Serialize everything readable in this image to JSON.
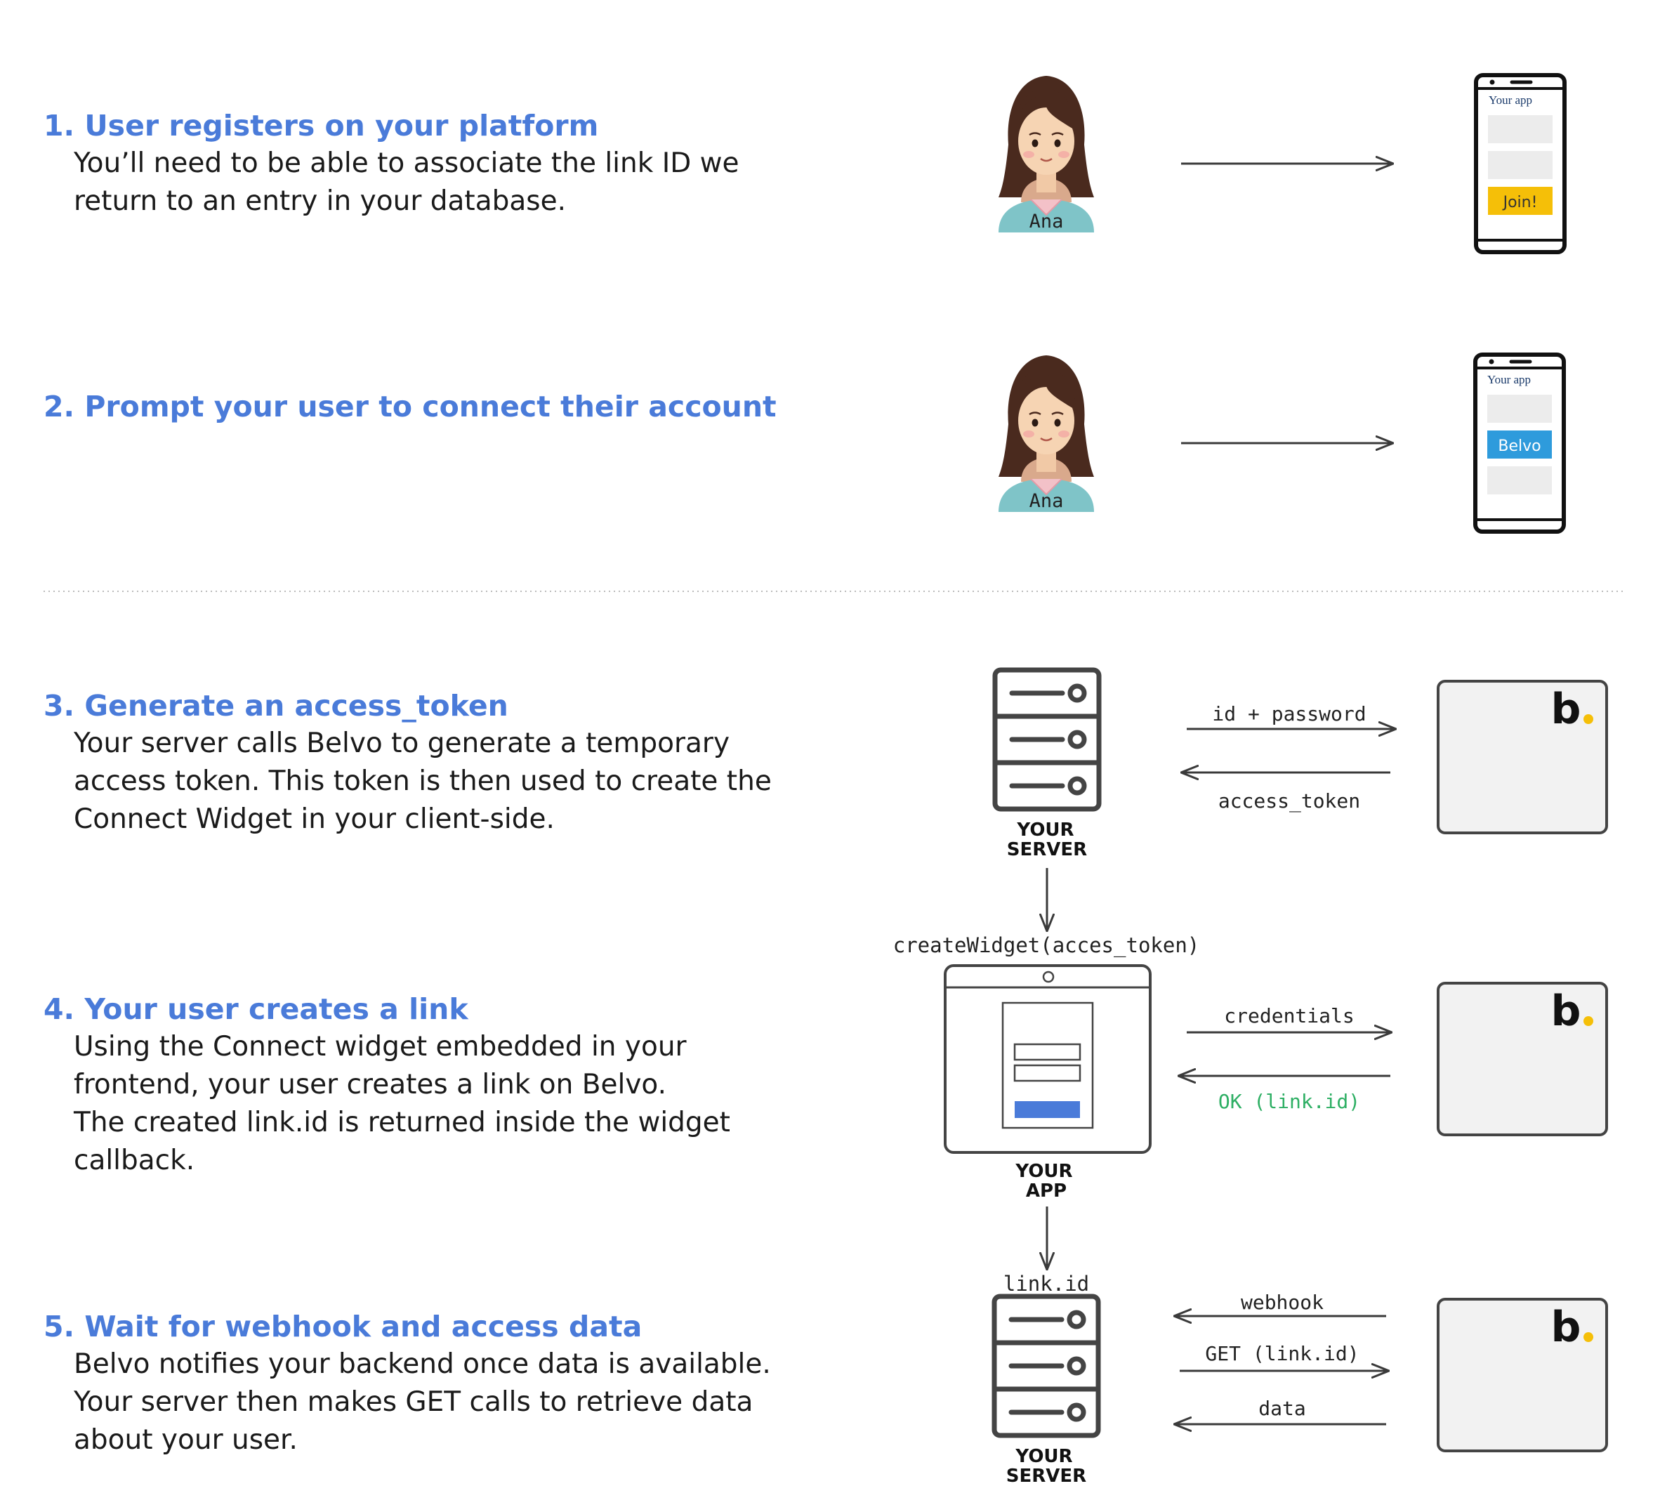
{
  "steps": [
    {
      "title": "1. User registers on your platform",
      "body": [
        "You’ll need to be able to associate the link ID we",
        "return to an entry in your database."
      ]
    },
    {
      "title": "2. Prompt your user to connect their account",
      "body": []
    },
    {
      "title": "3. Generate an access_token",
      "body": [
        "Your server calls Belvo to generate a temporary",
        "access token. This token is then used to create the",
        "Connect Widget in your client-side."
      ]
    },
    {
      "title": "4. Your user creates a link",
      "body": [
        "Using the Connect widget embedded in your",
        "frontend, your user creates a link on Belvo.",
        "The created link.id is returned inside the widget",
        "callback."
      ]
    },
    {
      "title": "5. Wait for webhook and access data",
      "body": [
        "Belvo notifies your backend once data is available.",
        "Your server then makes GET calls to retrieve data",
        "about your user."
      ]
    }
  ],
  "diagram": {
    "user_name": "Ana",
    "phone_header": "Your app",
    "phone1_button": "Join!",
    "phone2_button": "Belvo",
    "server_label_line1": "YOUR",
    "server_label_line2": "SERVER",
    "app_label_line1": "YOUR",
    "app_label_line2": "APP",
    "belvo_logo": "b",
    "create_widget_call": "createWidget(acces_token)",
    "link_id_label": "link.id",
    "arrows": {
      "id_password": "id + password",
      "access_token": "access_token",
      "credentials": "credentials",
      "ok_link_id": "OK (link.id)",
      "webhook": "webhook",
      "get_link_id": "GET (link.id)",
      "data": "data"
    }
  },
  "colors": {
    "title_blue": "#4a7bd9",
    "join_button_yellow": "#f5bf08",
    "belvo_button_blue": "#2e9bdc",
    "belvo_dot_yellow": "#f5bf08",
    "ok_green": "#2eaf64",
    "widget_submit_blue": "#4a7bd9"
  }
}
